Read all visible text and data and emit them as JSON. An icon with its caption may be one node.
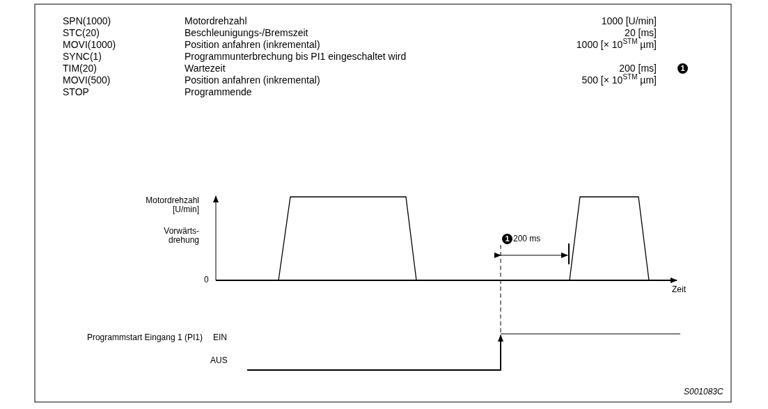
{
  "diagram": {
    "labels": [
      "SPN(1000)",
      "Motordrehzahl",
      "1000 [U/min]",
      "STC(20)",
      "Beschleunigungs-/Bremszeit",
      "20 [ms]",
      "MOVI(1000)",
      "Position anfahren (inkremental)",
      "1000 [× 10$^{STM}$ µm]",
      "SYNC(1)",
      "Programmunterbrechung bis PI1 eingeschaltet wird",
      "TIM(20)",
      "Wartezeit",
      "200 [ms]",
      "1",
      "MOVI(500)",
      "Position anfahren (inkremental)",
      "500 [× 10$^{STM}$ µm]",
      "STOP",
      "Programmende",
      "Motordrehzahl [U/min]",
      "Vorwärts- drehung",
      "0",
      "1",
      "200 ms",
      "Zeit",
      "Programmstart Eingang 1 (PI1)",
      "EIN",
      "AUS",
      "S001083C"
    ]
  }
}
